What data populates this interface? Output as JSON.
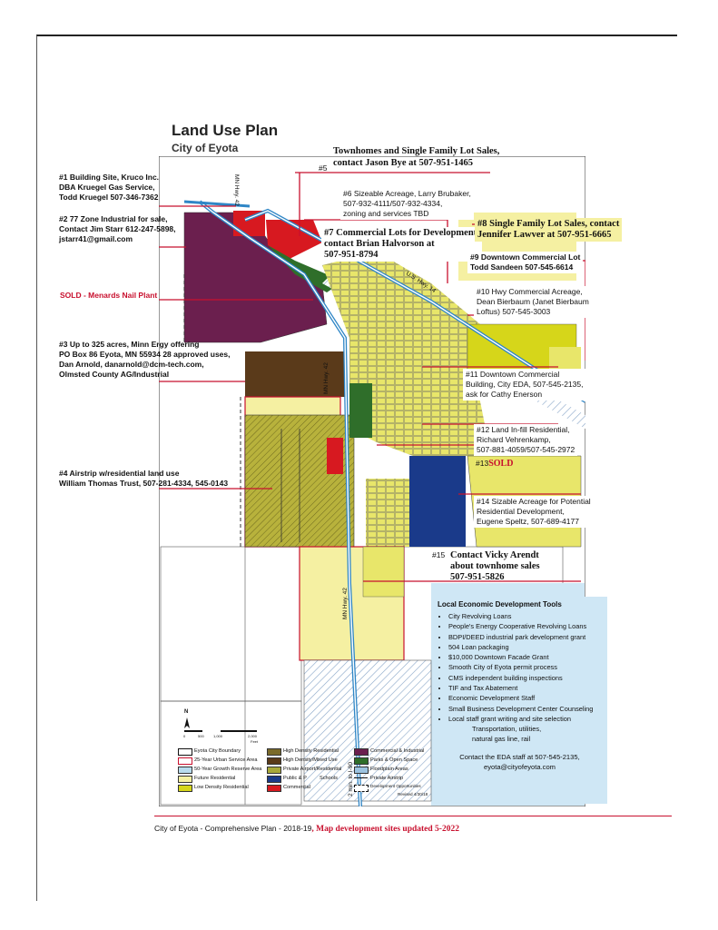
{
  "map_title": "Land Use Plan",
  "map_subtitle": "City of Eyota",
  "callouts": {
    "c5_top": "Townhomes and Single Family Lot Sales,",
    "c5_bottom": "contact Jason Bye at 507-951-1465",
    "c5_num": "#5",
    "c1": [
      "#1 Building Site, Kruco Inc.",
      "DBA Kruegel Gas Service,",
      "Todd Kruegel  507-346-7362"
    ],
    "c2": [
      "#2  77 Zone Industrial for sale,",
      "Contact Jim Starr 612-247-5898,",
      "jstarr41@gmail.com"
    ],
    "sold_menards": "SOLD - Menards Nail Plant",
    "c3": [
      "#3 Up to 325 acres, Minn Ergy offering",
      "PO Box 86 Eyota, MN 55934 28 approved uses,",
      "Dan Arnold, danarnold@dcm-tech.com,",
      "Olmsted County AG/Industrial"
    ],
    "c4": [
      "#4 Airstrip w/residential land use",
      "William Thomas Trust, 507-281-4334, 545-0143"
    ],
    "c6": [
      "#6 Sizeable Acreage, Larry Brubaker,",
      "507-932-4111/507-932-4334,",
      "zoning and services TBD"
    ],
    "c7": [
      "#7 Commercial Lots for Development,",
      "contact Brian Halvorson at",
      "507-951-8794"
    ],
    "c8": [
      "#8  Single Family Lot Sales, contact",
      "Jennifer Lawver at 507-951-6665"
    ],
    "c9": [
      "#9 Downtown Commercial Lot",
      "Todd Sandeen 507-545-6614"
    ],
    "c10": [
      "#10 Hwy Commercial Acreage,",
      "Dean Bierbaum (Janet Bierbaum",
      "Loftus) 507-545-3003"
    ],
    "c11": [
      "#11 Downtown Commercial",
      "Building, City EDA, 507-545-2135,",
      "ask for Cathy Enerson"
    ],
    "c12": [
      "#12 Land In-fill Residential,",
      "Richard Vehrenkamp,",
      "507-881-4059/507-545-2972"
    ],
    "c13_num": "#13",
    "c13_sold": "SOLD",
    "c14": [
      "#14 Sizable Acreage for Potential",
      "Residential Development,",
      "Eugene Speltz, 507-689-4177"
    ],
    "c15_num": "#15",
    "c15": [
      "Contact Vicky Arendt",
      "about townhome sales",
      "507-951-5826"
    ]
  },
  "road_labels": {
    "mn42_top": "MN Hwy. 42",
    "mn42_mid": "MN Hwy. 42",
    "mn42_low": "MN Hwy. 42",
    "us14": "U.S. Hwy. 14",
    "i90": "2 min. to I-90"
  },
  "scale": {
    "north": "N",
    "ticks": [
      "0",
      "500",
      "1,000",
      "2,000"
    ],
    "unit": "Feet"
  },
  "tools": {
    "heading": "Local Economic Development Tools",
    "items": [
      "City Revolving Loans",
      "People's Energy Cooperative Revolving Loans",
      "BDPI/DEED industrial park development grant",
      "504 Loan packaging",
      "$10,000 Downtown Facade Grant",
      "Smooth City of Eyota permit process",
      "CMS independent building inspections",
      "TIF and Tax Abatement",
      "Economic Development Staff",
      "Small Business Development Center Counseling",
      "Local staff grant writing and site selection"
    ],
    "sub_item": [
      "Transportation, utilities,",
      "natural gas line, rail"
    ],
    "contact": [
      "Contact the EDA staff at 507-545-2135,",
      "eyota@cityofeyota.com"
    ]
  },
  "legend": {
    "items": [
      {
        "label": "Eyota City Boundary",
        "color": "#ffffff"
      },
      {
        "label": "25-Year Urban Service Area",
        "color": "#ffffff"
      },
      {
        "label": "50-Year Growth Reserve Area",
        "color": "#b9dcee"
      },
      {
        "label": "Future Residential",
        "color": "#f5f0a2"
      },
      {
        "label": "Low Density Residential",
        "color": "#d6d61a"
      },
      {
        "label": "High Density Residential",
        "color": "#7a6a2a"
      },
      {
        "label": "High Density/Mixed Use",
        "color": "#5a3a1a"
      },
      {
        "label": "Private Airport/Residential",
        "color": "#a8a83a"
      },
      {
        "label": "Public & P",
        "color": "#1a3a8a"
      },
      {
        "label": "Schools",
        "color": ""
      },
      {
        "label": "Commercial",
        "color": "#d71920"
      },
      {
        "label": "Commercial & Industrial",
        "color": "#6b1f4e"
      },
      {
        "label": "Parks & Open Space",
        "color": "#2f6e2a"
      },
      {
        "label": "Floodplain Areas",
        "color": "#9cc3e0"
      },
      {
        "label": "Private Airstrip",
        "color": ""
      },
      {
        "label": "Development Opportunities",
        "color": ""
      }
    ],
    "revised": "Revised 4/30/18"
  },
  "footer": {
    "left": "City of Eyota  -  Comprehensive Plan  -  2018-19",
    "right": ", Map development sites updated 5-2022"
  }
}
